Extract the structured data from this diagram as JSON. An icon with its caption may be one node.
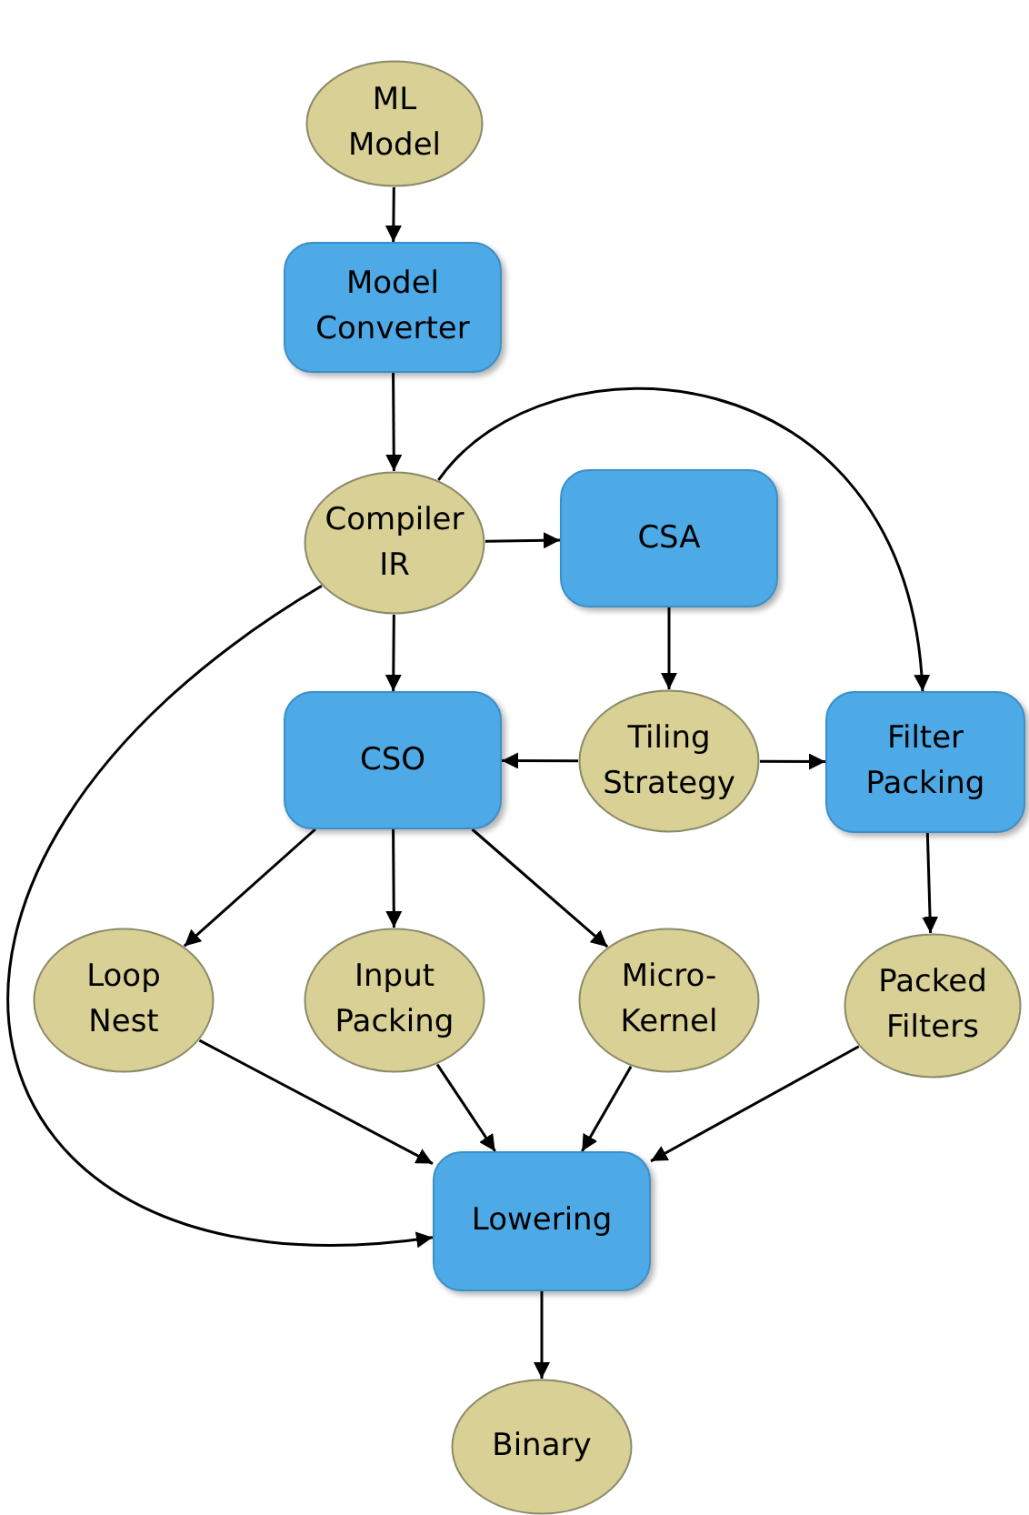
{
  "diagram": {
    "nodes": [
      {
        "text": [
          "ML Model"
        ]
      },
      {
        "text": [
          "Model Converter"
        ]
      },
      {
        "text": [
          "Compiler IR"
        ]
      },
      {
        "text": [
          "CSA"
        ]
      },
      {
        "text": [
          "CSO"
        ]
      },
      {
        "text": [
          "Tiling Strategy"
        ]
      },
      {
        "text": [
          "Filter Packing"
        ]
      },
      {
        "text": [
          "Loop Nest"
        ]
      },
      {
        "text": [
          "Input Packing"
        ]
      },
      {
        "text": [
          "Micro-Kernel"
        ]
      },
      {
        "text": [
          "Packed Filters"
        ]
      },
      {
        "text": [
          "Lowering"
        ]
      },
      {
        "text": [
          "Binary"
        ]
      }
    ],
    "edges": [
      {
        "from": 0,
        "to": 1,
        "arrow": "to"
      },
      {
        "from": 1,
        "to": 2,
        "arrow": "to"
      },
      {
        "from": 2,
        "to": 3,
        "arrow": "to"
      },
      {
        "from": 2,
        "to": 4,
        "arrow": "to"
      },
      {
        "from": 2,
        "to": 6,
        "arrow": "to"
      },
      {
        "from": 2,
        "to": 11,
        "arrow": "to"
      },
      {
        "from": 3,
        "to": 5,
        "arrow": "to"
      },
      {
        "from": 5,
        "to": 4,
        "arrow": "to"
      },
      {
        "from": 5,
        "to": 6,
        "arrow": "to"
      },
      {
        "from": 4,
        "to": 7,
        "arrow": "to"
      },
      {
        "from": 4,
        "to": 8,
        "arrow": "to"
      },
      {
        "from": 4,
        "to": 9,
        "arrow": "to"
      },
      {
        "from": 6,
        "to": 10,
        "arrow": "to"
      },
      {
        "from": 7,
        "to": 11,
        "arrow": "to"
      },
      {
        "from": 8,
        "to": 11,
        "arrow": "to"
      },
      {
        "from": 9,
        "to": 11,
        "arrow": "to"
      },
      {
        "from": 10,
        "to": 11,
        "arrow": "to"
      },
      {
        "from": 11,
        "to": 12,
        "arrow": "to"
      }
    ]
  }
}
